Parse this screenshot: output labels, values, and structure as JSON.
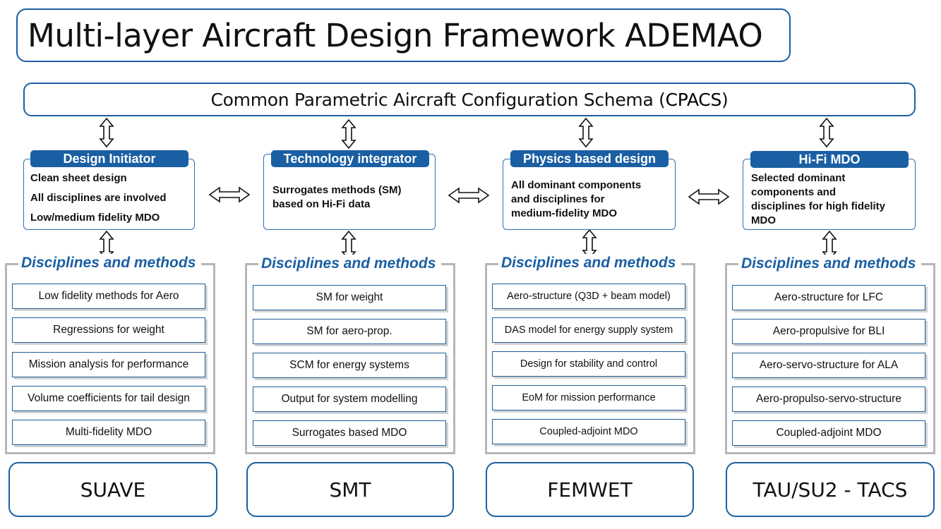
{
  "title": "Multi-layer Aircraft Design Framework ADEMAO",
  "cpacs": {
    "prefix": "Common Parametric Aircraft Configuration Schema (",
    "acronym": "CPACS",
    "suffix": ")"
  },
  "disciplines_label": "Disciplines and methods",
  "layers": [
    {
      "header": "Design Initiator",
      "desc": [
        "Clean sheet design",
        "All disciplines are involved",
        "Low/medium fidelity MDO"
      ],
      "methods": [
        "Low fidelity methods for Aero",
        "Regressions for weight",
        "Mission analysis for performance",
        "Volume coefficients for tail design",
        "Multi-fidelity MDO"
      ],
      "tool": "SUAVE"
    },
    {
      "header": "Technology integrator",
      "desc": [
        "Surrogates methods (SM)",
        "based on Hi-Fi data"
      ],
      "methods": [
        "SM for weight",
        "SM for aero-prop.",
        "SCM for energy systems",
        "Output for system modelling",
        "Surrogates based MDO"
      ],
      "tool": "SMT"
    },
    {
      "header": "Physics based design",
      "desc": [
        "All dominant components",
        "and disciplines for",
        "medium-fidelity MDO"
      ],
      "methods": [
        "Aero-structure (Q3D + beam model)",
        "DAS model for energy supply system",
        "Design for stability and control",
        "EoM for mission performance",
        "Coupled-adjoint MDO"
      ],
      "tool": "FEMWET"
    },
    {
      "header": "Hi-Fi MDO",
      "desc": [
        "Selected dominant",
        "components and",
        "disciplines for high fidelity",
        "MDO"
      ],
      "methods": [
        "Aero-structure for LFC",
        "Aero-propulsive for BLI",
        "Aero-servo-structure for ALA",
        "Aero-propulso-servo-structure",
        "Coupled-adjoint MDO"
      ],
      "tool": "TAU/SU2 - TACS"
    }
  ]
}
